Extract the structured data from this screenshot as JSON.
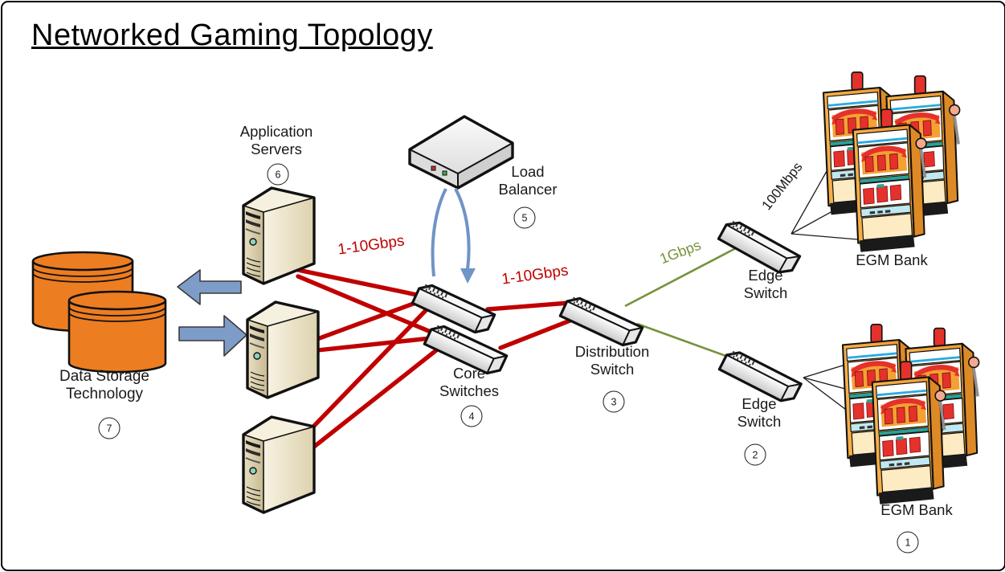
{
  "title": "Networked Gaming Topology",
  "nodes": {
    "data_storage": {
      "label": "Data Storage\nTechnology",
      "number": "7"
    },
    "app_servers": {
      "label": "Application\nServers",
      "number": "6"
    },
    "load_balancer": {
      "label": "Load\nBalancer",
      "number": "5"
    },
    "core_switches": {
      "label": "Core\nSwitches",
      "number": "4"
    },
    "distribution_switch": {
      "label": "Distribution\nSwitch",
      "number": "3"
    },
    "edge_switch_top": {
      "label": "Edge\nSwitch"
    },
    "edge_switch_bottom": {
      "label": "Edge\nSwitch",
      "number": "2"
    },
    "egm_bank_top": {
      "label": "EGM Bank"
    },
    "egm_bank_bottom": {
      "label": "EGM Bank",
      "number": "1"
    }
  },
  "link_labels": {
    "server_to_core": "1-10Gbps",
    "core_to_distribution": "1-10Gbps",
    "distribution_to_edge": "1Gbps",
    "edge_to_egm": "100Mbps"
  },
  "colors": {
    "high_speed_link": "#c00000",
    "gigabit_link": "#76923c",
    "egm_link": "#1a1a1a",
    "flow_arrow": "#7e9cc8",
    "storage_cylinder": "#ed7d21"
  }
}
